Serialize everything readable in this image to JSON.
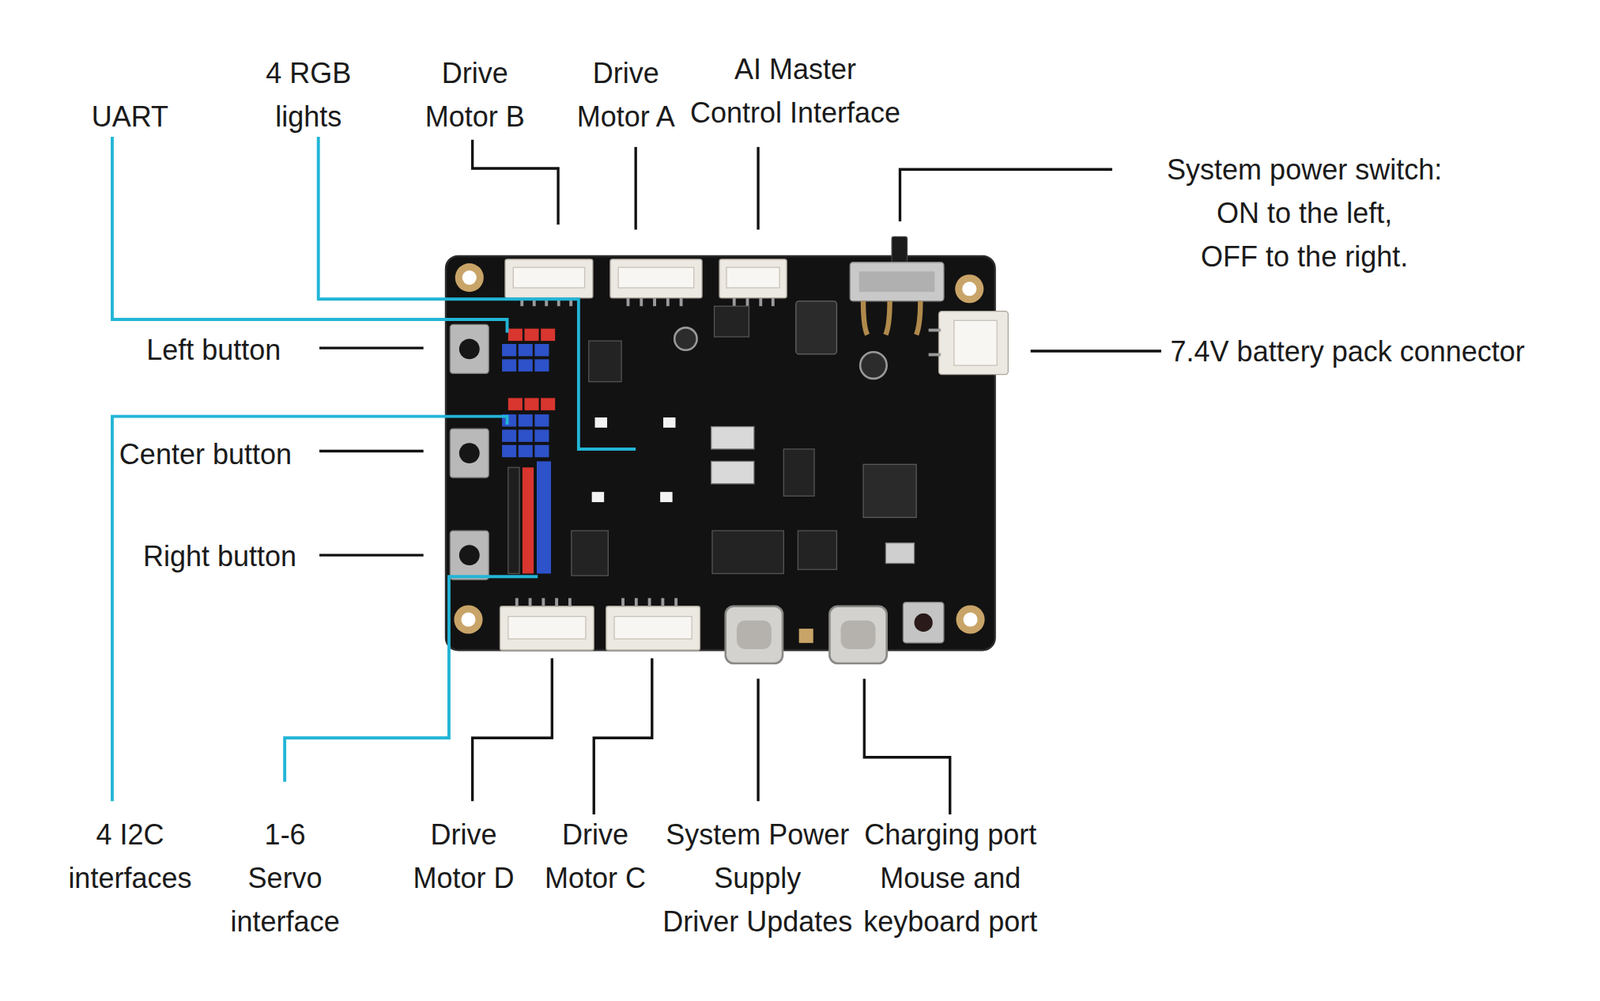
{
  "diagram": {
    "labels": [
      "UART",
      "4 RGB lights",
      "Drive Motor B",
      "Drive Motor A",
      "AI Master Control Interface",
      "System power switch: ON to the left, OFF to the right.",
      "Left button",
      "7.4V battery pack connector",
      "Center button",
      "Right button",
      "4 I2C interfaces",
      "1-6 Servo interface",
      "Drive Motor D",
      "Drive Motor C",
      "System Power Supply Driver Updates",
      "Charging port Mouse and keyboard port"
    ]
  }
}
